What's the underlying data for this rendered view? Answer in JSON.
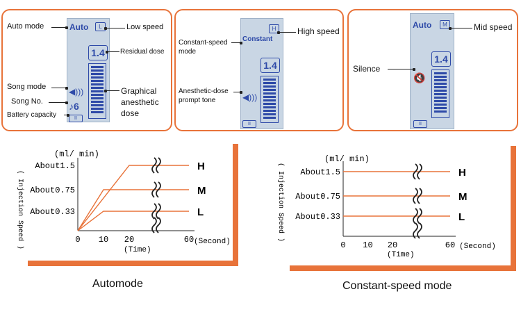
{
  "panel1": {
    "lcd_mode": "Auto",
    "lcd_dose": "1.4",
    "lcd_song": "6",
    "lcd_battery": "II",
    "speed_letter": "L",
    "labels": {
      "auto_mode": "Auto mode",
      "low_speed": "Low speed",
      "residual_dose": "Residual dose",
      "song_mode": "Song mode",
      "song_no": "Song No.",
      "battery_capacity": "Battery capacity",
      "graphical_dose_1": "Graphical",
      "graphical_dose_2": "anesthetic",
      "graphical_dose_3": "dose"
    }
  },
  "panel2": {
    "lcd_mode": "Constant",
    "lcd_dose": "1.4",
    "lcd_battery": "II",
    "speed_letter": "H",
    "labels": {
      "constant_mode_1": "Constant-speed",
      "constant_mode_2": "mode",
      "high_speed": "High speed",
      "prompt_tone_1": "Anesthetic-dose",
      "prompt_tone_2": "prompt tone"
    }
  },
  "panel3": {
    "lcd_mode": "Auto",
    "lcd_dose": "1.4",
    "lcd_battery": "II",
    "speed_letter": "M",
    "labels": {
      "mid_speed": "Mid speed",
      "silence": "Silence"
    }
  },
  "chart_data": [
    {
      "type": "line",
      "title": "Automode",
      "unit_label": "(ml/ min)",
      "ylabel": "( Injection Speed )",
      "xlabel": "(Time)",
      "x_unit": "(Second)",
      "x_ticks": [
        "0",
        "10",
        "20",
        "60"
      ],
      "y_ticks": [
        "About1.5",
        "About0.75",
        "About0.33"
      ],
      "series": [
        {
          "name": "H",
          "x": [
            0,
            20,
            60
          ],
          "y": [
            0,
            1.5,
            1.5
          ]
        },
        {
          "name": "M",
          "x": [
            0,
            10,
            60
          ],
          "y": [
            0,
            0.75,
            0.75
          ]
        },
        {
          "name": "L",
          "x": [
            0,
            10,
            60
          ],
          "y": [
            0,
            0.33,
            0.33
          ]
        }
      ]
    },
    {
      "type": "line",
      "title": "Constant-speed mode",
      "unit_label": "(ml/ min)",
      "ylabel": "( Injection Speed )",
      "xlabel": "(Time)",
      "x_unit": "(Second)",
      "x_ticks": [
        "0",
        "10",
        "20",
        "60"
      ],
      "y_ticks": [
        "About1.5",
        "About0.75",
        "About0.33"
      ],
      "series": [
        {
          "name": "H",
          "x": [
            0,
            60
          ],
          "y": [
            1.5,
            1.5
          ]
        },
        {
          "name": "M",
          "x": [
            0,
            60
          ],
          "y": [
            0.75,
            0.75
          ]
        },
        {
          "name": "L",
          "x": [
            0,
            60
          ],
          "y": [
            0.33,
            0.33
          ]
        }
      ]
    }
  ],
  "colors": {
    "accent": "#e8733a",
    "lcd": "#c9d6e4",
    "segment": "#2e4aa8"
  }
}
